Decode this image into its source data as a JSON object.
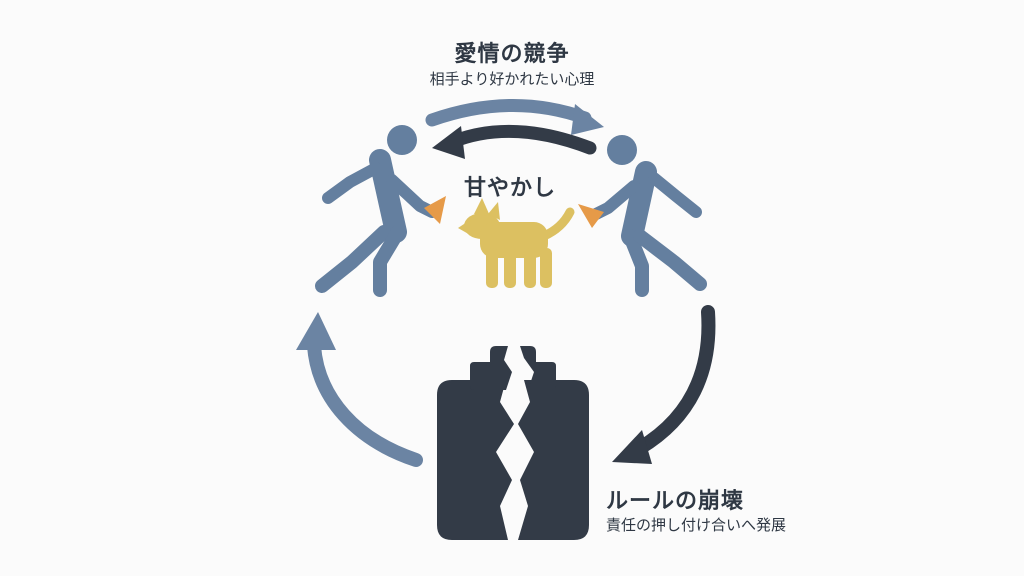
{
  "top_node": {
    "title": "愛情の競争",
    "subtitle": "相手より好かれたい心理"
  },
  "center_node": {
    "label": "甘やかし"
  },
  "bottom_node": {
    "title": "ルールの崩壊",
    "subtitle": "責任の押し付け合いへ発展"
  },
  "colors": {
    "person": "#647f9f",
    "dog": "#dcc061",
    "treat": "#e69a48",
    "dark": "#333b47",
    "steel": "#6b84a3",
    "text": "#2f3844",
    "background": "#fbfbfb"
  },
  "icons": {
    "left_figure": "person-icon",
    "right_figure": "person-icon",
    "dog": "dog-icon",
    "treat_left": "treat-icon",
    "treat_right": "treat-icon",
    "clipboard": "broken-clipboard-icon"
  }
}
